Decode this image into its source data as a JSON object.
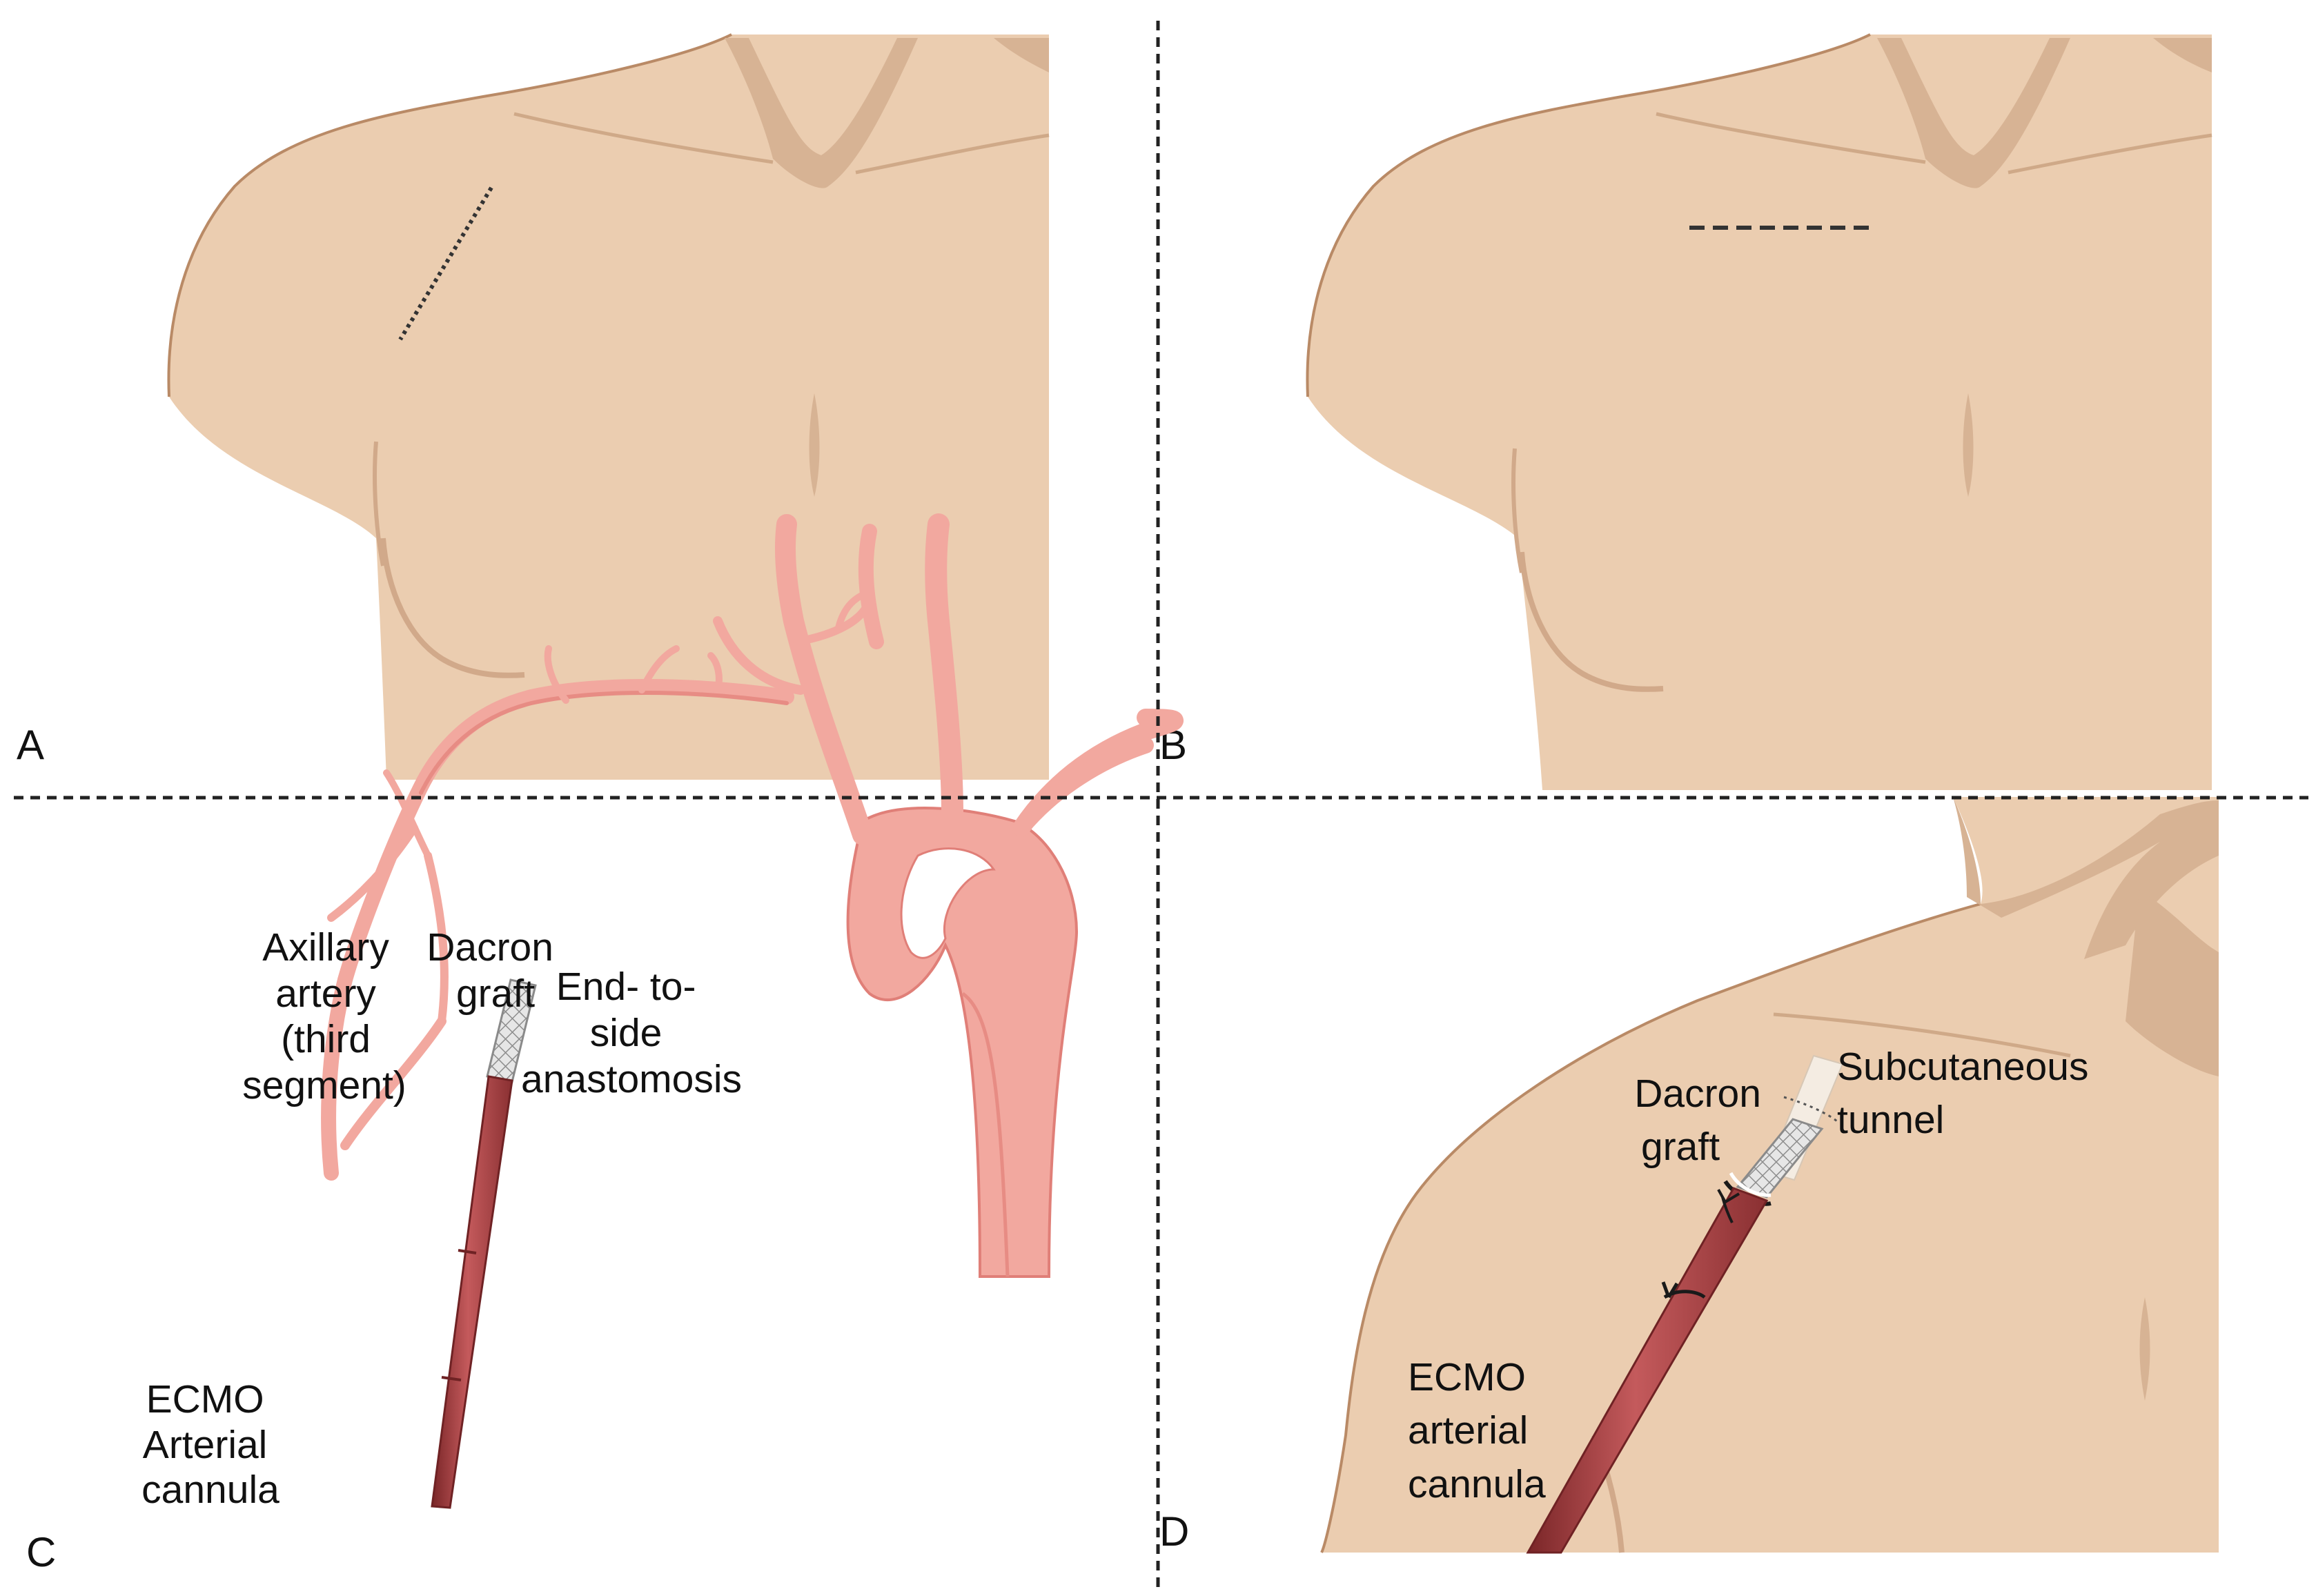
{
  "panels": {
    "a": {
      "letter": "A"
    },
    "b": {
      "letter": "B"
    },
    "c": {
      "letter": "C",
      "axillary_label": [
        "Axillary",
        "artery",
        "(third",
        "segment)"
      ],
      "dacron_label": [
        "Dacron",
        "graft"
      ],
      "anastomosis_label": [
        "End- to-",
        "side",
        "anastomosis"
      ],
      "cannula_label": [
        "ECMO",
        "Arterial",
        "cannula"
      ]
    },
    "d": {
      "letter": "D",
      "dacron_label": [
        "Dacron",
        "graft"
      ],
      "tunnel_label": [
        "Subcutaneous",
        "tunnel"
      ],
      "cannula_label": [
        "ECMO",
        "arterial",
        "cannula"
      ]
    }
  },
  "colors": {
    "skin": "#ebcdb0",
    "skin_shadow": "#d7b394",
    "skin_outline": "#b98a66",
    "artery": "#f2a89f",
    "artery_dark": "#e07f78",
    "cannula": "#b2484a",
    "cannula_dark": "#7a2628",
    "graft": "#d9d9d9",
    "divider": "#222222"
  }
}
